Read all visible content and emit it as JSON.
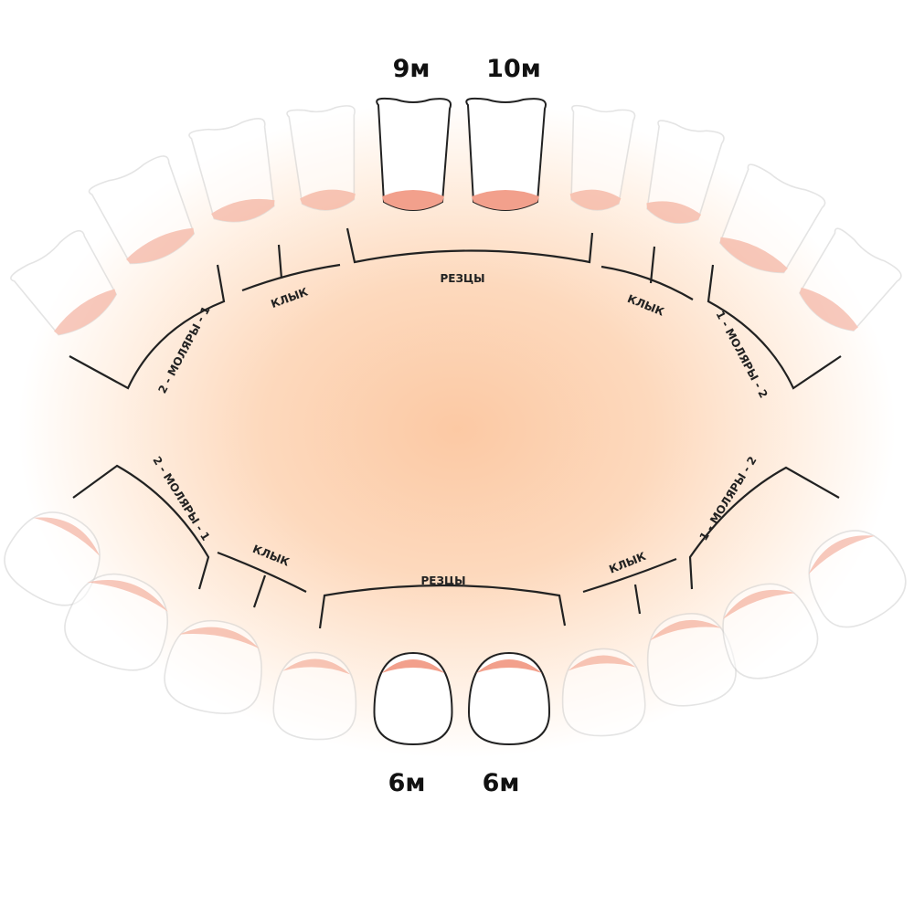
{
  "title": "Прорезывание молочных зубов",
  "upper": {
    "labels": {
      "incisors": "РЕЗЦЫ",
      "canine_left": "КЛЫК",
      "canine_right": "КЛЫК",
      "molars_left": "2 - МОЛЯРЫ - 1",
      "molars_right": "1 - МОЛЯРЫ - 2"
    },
    "highlighted_ages": [
      "9м",
      "10м"
    ]
  },
  "lower": {
    "labels": {
      "incisors": "РЕЗЦЫ",
      "canine_left": "КЛЫК",
      "canine_right": "КЛЫК",
      "molars_left": "2 - МОЛЯРЫ - 1",
      "molars_right": "1 - МОЛЯРЫ - 2"
    },
    "highlighted_ages": [
      "6м",
      "6м"
    ]
  },
  "colors": {
    "gum": "#f2a08c",
    "outline": "#222222",
    "faded_outline": "#cfcfcf",
    "background_center": "#fcc9a4"
  }
}
